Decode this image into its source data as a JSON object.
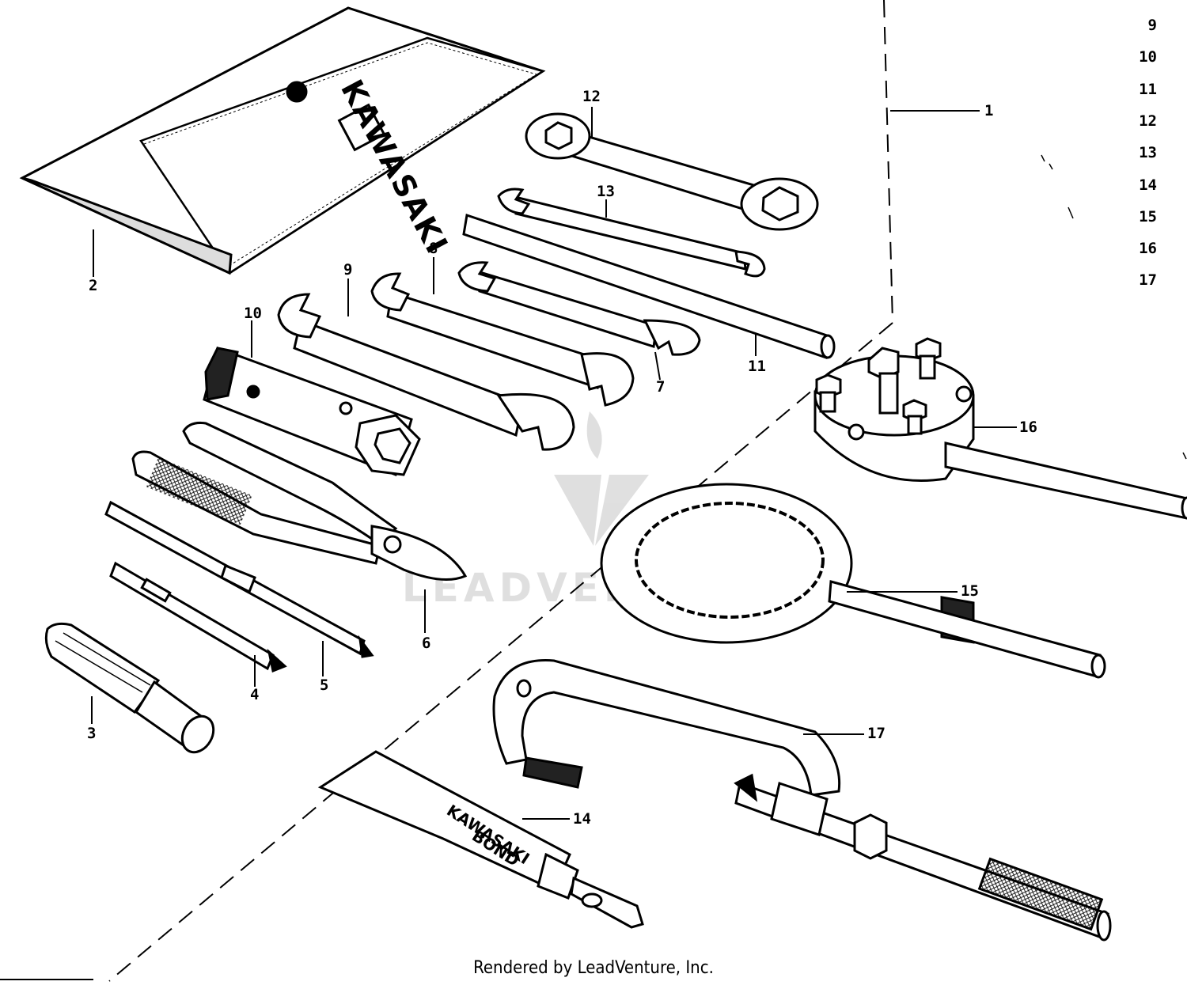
{
  "diagram": {
    "callouts": {
      "c1": "1",
      "c2": "2",
      "c3": "3",
      "c4": "4",
      "c5": "5",
      "c6": "6",
      "c7": "7",
      "c8": "8",
      "c9": "9",
      "c10": "10",
      "c11": "11",
      "c12": "12",
      "c13": "13",
      "c14": "14",
      "c15": "15",
      "c16": "16",
      "c17": "17"
    },
    "part_index": [
      "9",
      "10",
      "11",
      "12",
      "13",
      "14",
      "15",
      "16",
      "17"
    ],
    "bag_lettering": "KAWASAKI",
    "tube_lettering_1": "KAWASAKI",
    "tube_lettering_2": "BOND",
    "watermark": "LEADVENTURE",
    "footer": "Rendered by LeadVenture, Inc."
  }
}
